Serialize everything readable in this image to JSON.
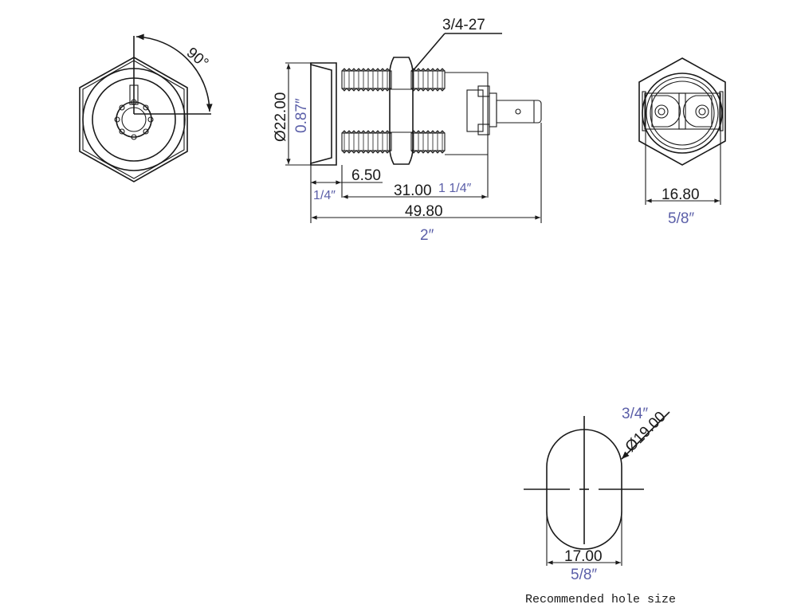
{
  "colors": {
    "line": "#1a1a1a",
    "imperial": "#5b5fa8",
    "background": "#ffffff"
  },
  "front_view": {
    "angle_label": "90°"
  },
  "side_view": {
    "thread_label": "3/4-27",
    "diameter_mm": "Ø22.00",
    "diameter_in": "0.87″",
    "flange_mm": "6.50",
    "flange_in": "1/4″",
    "body_mm": "31.00",
    "body_in": "1 1/4″",
    "overall_mm": "49.80",
    "overall_in": "2″"
  },
  "rear_view": {
    "width_mm": "16.80",
    "width_in": "5/8″"
  },
  "hole": {
    "diameter_in": "3/4″",
    "diameter_mm": "Ø19.00",
    "flat_mm": "17.00",
    "flat_in": "5/8″",
    "caption": "Recommended hole size"
  }
}
